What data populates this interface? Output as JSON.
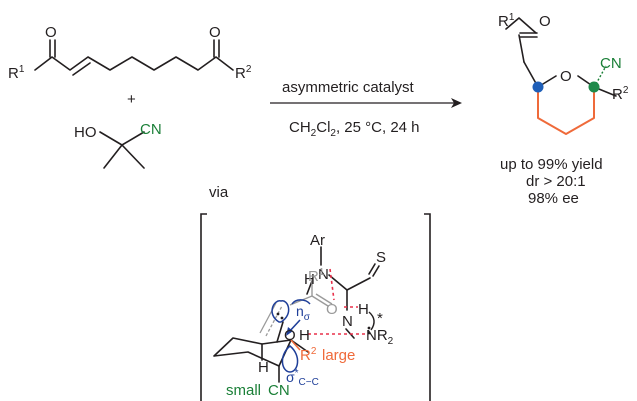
{
  "reactant": {
    "r1_label": "R",
    "r1_sup": "1",
    "r2_label": "R",
    "r2_sup": "2",
    "oxygen_left": "O",
    "oxygen_right": "O"
  },
  "plus_sign": "+",
  "cyanohydrin": {
    "ho_label": "HO",
    "cn_label": "CN"
  },
  "conditions": {
    "catalyst": "asymmetric catalyst",
    "solvent_prefix": "CH",
    "solvent_sub1": "2",
    "solvent_mid": "Cl",
    "solvent_sub2": "2",
    "solvent_suffix": ", 25 °C, 24 h"
  },
  "product": {
    "r1_label": "R",
    "r1_sup": "1",
    "ketone_o": "O",
    "ring_o": "O",
    "cn_label": "CN",
    "r2_label": "R",
    "r2_sup": "2"
  },
  "results": {
    "yield": "up to 99% yield",
    "dr": "dr > 20:1",
    "ee": "98% ee"
  },
  "via_label": "via",
  "transition_state": {
    "ar_label": "Ar",
    "n_top": "N",
    "h_top": "H",
    "s_label": "S",
    "n_right": "N",
    "star": "*",
    "h_left": "H",
    "r1_gray": "R",
    "r1_gray_sup": "1",
    "o_gray": "O",
    "n_sigma_n": "n",
    "n_sigma_sub": "σ",
    "o_label": "O",
    "h_oh": "H",
    "nr2_label": "NR",
    "nr2_sub": "2",
    "r2_label": "R",
    "r2_sup": "2",
    "large_label": "large",
    "h_bottom": "H",
    "sigma_label": "σ",
    "sigma_star": "*",
    "sigma_sub": "C−C",
    "small_label": "small",
    "cn_label": "CN"
  },
  "colors": {
    "green": "#1a7f37",
    "orange": "#ef6a3a",
    "blue": "#1f3f99",
    "red": "#e8304a",
    "gray": "#9a9a9a"
  }
}
